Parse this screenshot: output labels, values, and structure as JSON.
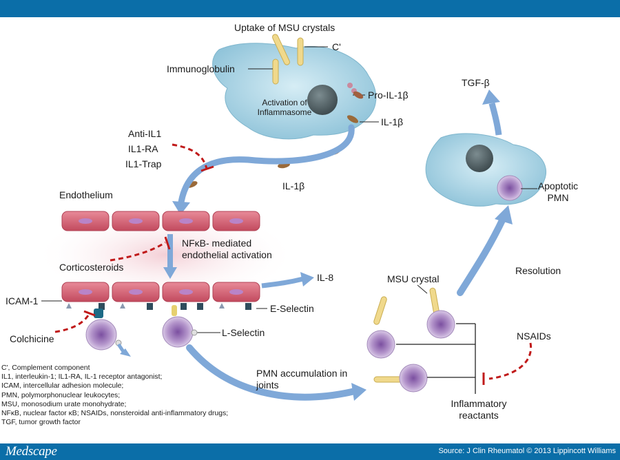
{
  "colors": {
    "header_bar": "#0b6ea8",
    "footer_bar": "#0b6ea8",
    "arrow_blue": "#7fa8d8",
    "inhibitor_red": "#c01a1a",
    "macrophage": "#a9d4e6",
    "nucleus": "#5e6e72",
    "endothelial_cell": "#d35a6e",
    "crystal": "#f0d98c",
    "pmn_cell": "#c9b4d8"
  },
  "footer": {
    "logo": "Medscape",
    "source": "Source: J Clin Rheumatol © 2013 Lippincott Williams"
  },
  "labels": {
    "uptake": "Uptake of MSU crystals",
    "complement": "C'",
    "immunoglobulin": "Immunoglobulin",
    "activation": "Activation of\nInflammasome",
    "pro_il1b": "Pro-IL-1β",
    "il1b_top": "IL-1β",
    "il1b_mid": "IL-1β",
    "tgfb": "TGF-β",
    "anti_il1": "Anti-IL1",
    "il1_ra": "IL1-RA",
    "il1_trap": "IL1-Trap",
    "endothelium": "Endothelium",
    "nfkb": "NFκB- mediated\nendothelial activation",
    "corticosteroids": "Corticosteroids",
    "il8": "IL-8",
    "icam1": "ICAM-1",
    "e_selectin": "E-Selectin",
    "l_selectin": "L-Selectin",
    "colchicine": "Colchicine",
    "apoptotic_pmn": "Apoptotic\nPMN",
    "resolution": "Resolution",
    "msu_crystal": "MSU crystal",
    "nsaids": "NSAIDs",
    "pmn_accumulation": "PMN accumulation in\njoints",
    "inflammatory_reactants": "Inflammatory\nreactants"
  },
  "abbreviations": [
    "C', Complement component",
    "IL1, interleukin-1; IL1-RA, IL-1 receptor antagonist;",
    "ICAM, intercellular adhesion molecule;",
    "PMN, polymorphonuclear leukocytes;",
    "MSU, monosodium urate monohydrate;",
    "NFκB, nuclear factor κB; NSAIDs, nonsteroidal anti-inflammatory drugs;",
    "TGF, tumor growth factor"
  ]
}
